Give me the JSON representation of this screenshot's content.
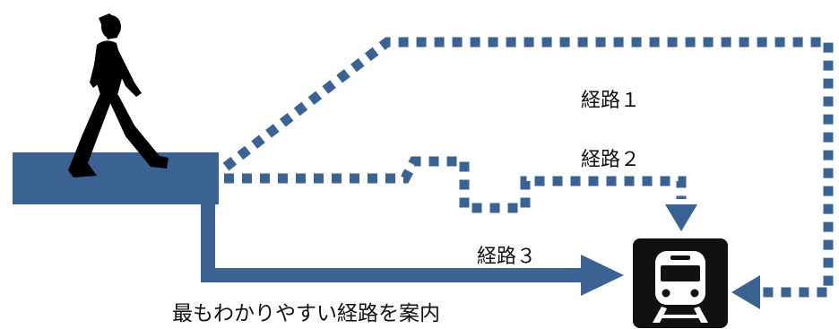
{
  "colors": {
    "route": "#3a6293",
    "station_bg": "#111111",
    "station_fg": "#ffffff"
  },
  "routes": [
    {
      "label": "経路１",
      "style": "dotted"
    },
    {
      "label": "経路２",
      "style": "dotted"
    },
    {
      "label": "経路３",
      "style": "solid"
    }
  ],
  "caption": "最もわかりやすい経路を案内",
  "icons": [
    "walking-person-icon",
    "train-station-icon"
  ]
}
